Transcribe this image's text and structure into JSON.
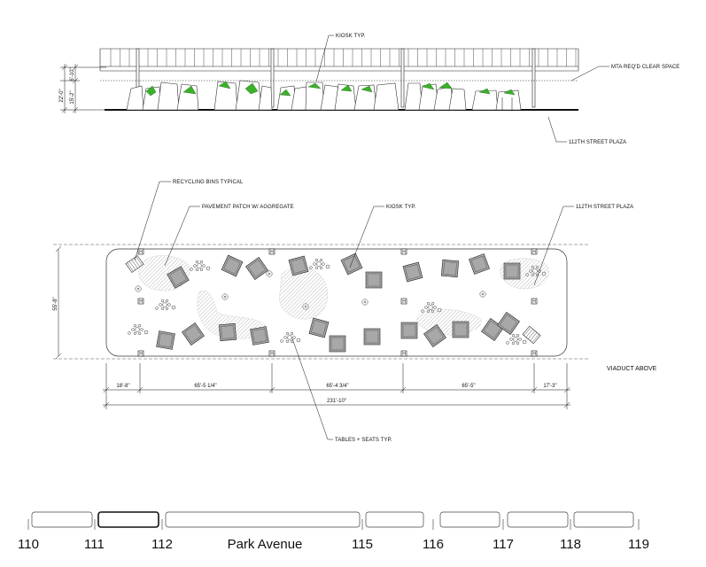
{
  "elevation": {
    "labels": {
      "kiosk": "KIOSK TYP.",
      "clear_space": "MTA REQ'D CLEAR SPACE",
      "plaza": "112TH STREET PLAZA"
    },
    "dims": {
      "total": "22'-0\"",
      "upper": "6'-10\"",
      "lower": "15'-2\""
    }
  },
  "plan": {
    "labels": {
      "recycling": "RECYCLING BINS TYPICAL",
      "pavement": "PAVEMENT PATCH W/ AGGREGATE",
      "kiosk": "KIOSK TYP.",
      "plaza": "112TH STREET PLAZA",
      "tables": "TABLES + SEATS TYP.",
      "viaduct": "VIADUCT ABOVE"
    },
    "dims": {
      "height": "55'-8\"",
      "seg1": "18'-8\"",
      "seg2": "65'-5 1/4\"",
      "seg3": "65'-4 3/4\"",
      "seg4": "65'-5\"",
      "seg5": "17'-3\"",
      "total": "231'-10\""
    },
    "bin_glyph": "H"
  },
  "street_bar": {
    "name": "Park Avenue",
    "numbers": [
      "110",
      "111",
      "112",
      "115",
      "116",
      "117",
      "118",
      "119"
    ]
  },
  "colors": {
    "accent_green": "#3cb02b",
    "hatch": "#bcbcbc",
    "kiosk_fill": "#a8a8a8"
  }
}
